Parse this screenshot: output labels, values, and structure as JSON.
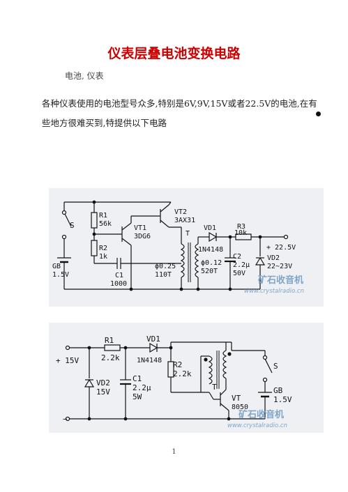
{
  "document": {
    "title": "仪表层叠电池变换电路",
    "tags": "电池,  仪表",
    "paragraph": "各种仪表使用的电池型号众多,特别是6V,9V,15V或者22.5V的电池,在有些地方很难买到,特提供以下电路",
    "page_number": "1"
  },
  "figure1": {
    "labels": {
      "s": "S",
      "r1": "R1",
      "r1v": "56k",
      "vt2": "VT2",
      "vt2v": "3AX31",
      "vt1": "VT1",
      "vt1v": "3DG6",
      "r2": "R2",
      "r2v": "1k",
      "gb": "GB",
      "gbv": "1.5V",
      "c1": "C1",
      "c1v": "1000",
      "t": "T",
      "w1": "ϕ0.25",
      "w1t": "110T",
      "w2": "ϕ0.12",
      "w2t": "520T",
      "vd1": "VD1",
      "vd1v": "1N4148",
      "r3": "R3",
      "r3v": "10k",
      "c2": "C2",
      "c2v": "2.2μ",
      "c2u": "50V",
      "vd2": "VD2",
      "vd2v": "22~23V",
      "out": "+ 22.5V"
    },
    "watermark": {
      "name": "矿石收音机",
      "url": "www.crystalradio.cn"
    }
  },
  "figure2": {
    "labels": {
      "vin": "+ 15V",
      "minus": "−",
      "r1": "R1",
      "r1v": "2.2k",
      "vd1": "VD1",
      "vd1v": "1N4148",
      "vd2": "VD2",
      "vd2v": "15V",
      "c1": "C1",
      "c1v": "2.2μ",
      "c1u": "5W",
      "r2": "R2",
      "r2v": "2.2k",
      "t": "T",
      "vt": "VT",
      "vtv": "8050",
      "s": "S",
      "gb": "GB",
      "gbv": "1.5V"
    },
    "watermark": {
      "name": "矿石收音机",
      "url": "www.crystalradio.cn"
    }
  }
}
